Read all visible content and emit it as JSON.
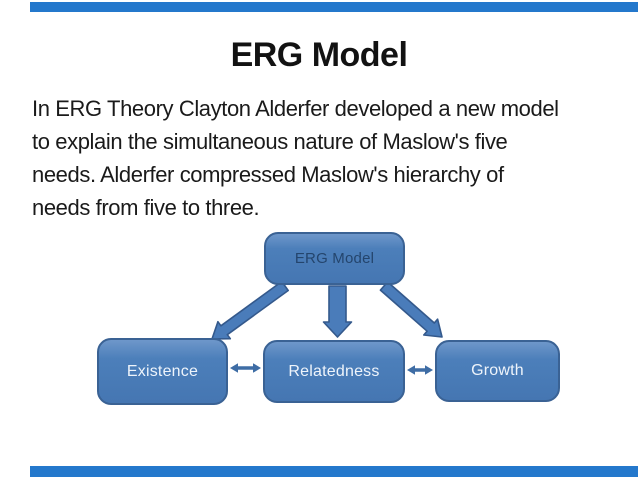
{
  "slide": {
    "title": "ERG Model",
    "intro_lines": [
      "In ERG Theory Clayton Alderfer developed a new model",
      "to explain the simultaneous nature of Maslow's five",
      "needs. Alderfer compressed Maslow's hierarchy of",
      "needs from five to three."
    ]
  },
  "diagram": {
    "type": "flowchart",
    "root": {
      "label": "ERG Model"
    },
    "children": [
      {
        "label": "Existence"
      },
      {
        "label": "Relatedness"
      },
      {
        "label": "Growth"
      }
    ],
    "edges": [
      "ERG Model -> Existence",
      "ERG Model -> Relatedness",
      "ERG Model -> Growth",
      "Existence <-> Relatedness",
      "Relatedness <-> Growth"
    ]
  },
  "colors": {
    "node_fill": "#4c7fba",
    "node_border": "#3a6294",
    "node_text_light": "#eef4fb",
    "node_text_dark": "#24456d",
    "arrow_fill": "#4a7cba",
    "arrow_outline": "#34598c",
    "double_arrow": "#3e6da5",
    "accent_bar": "#2478cc",
    "title_text": "#121212",
    "body_text": "#1a1a1a"
  }
}
